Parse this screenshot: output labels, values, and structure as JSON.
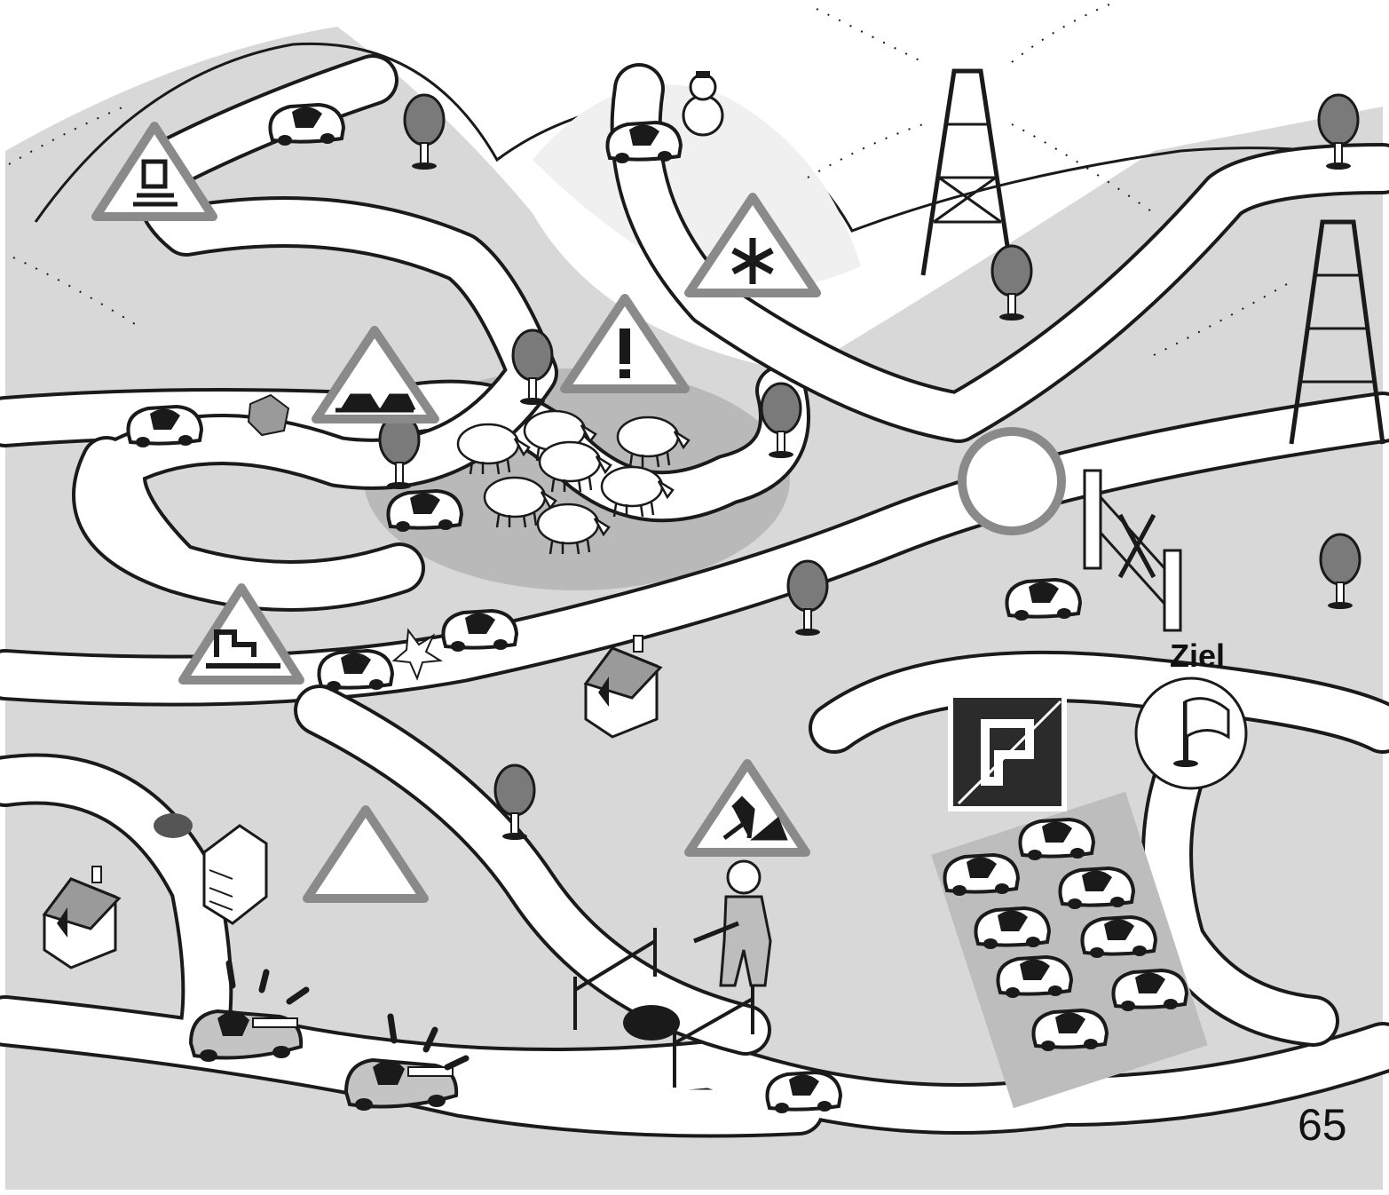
{
  "labels": {
    "goal": "Ziel",
    "page_number": "65"
  },
  "colors": {
    "background": "#ffffff",
    "land": "#d8d8d8",
    "road": "#ffffff",
    "outline": "#1a1a1a",
    "sign_border": "#8a8a8a",
    "tree": "#7a7a7a",
    "pasture": "#b9b9b9",
    "parking_sign": "#2b2b2b"
  },
  "map_features": [
    {
      "name": "warning-sign-slippery-road",
      "icon": "skidding-car-icon"
    },
    {
      "name": "warning-sign-snow-ice",
      "icon": "snowflake-icon"
    },
    {
      "name": "warning-sign-general-danger",
      "icon": "exclamation-icon"
    },
    {
      "name": "warning-sign-uneven-road",
      "icon": "bumps-icon"
    },
    {
      "name": "warning-sign-falling-rocks",
      "icon": "crumbling-road-icon"
    },
    {
      "name": "warning-sign-blank",
      "icon": "empty-triangle-icon"
    },
    {
      "name": "warning-sign-roadworks",
      "icon": "worker-icon"
    },
    {
      "name": "prohibition-sign-blank",
      "icon": "empty-circle-icon"
    },
    {
      "name": "parking-sign",
      "icon": "letter-p-icon"
    },
    {
      "name": "goal-flag",
      "icon": "flag-icon"
    },
    {
      "name": "sheep-herd",
      "icon": "sheep-icon"
    },
    {
      "name": "railroad-gate",
      "icon": "barrier-icon"
    },
    {
      "name": "fire-trucks",
      "icon": "fire-truck-icon"
    },
    {
      "name": "electricity-pylons",
      "icon": "pylon-icon"
    },
    {
      "name": "snowman",
      "icon": "snowman-icon"
    },
    {
      "name": "manhole-worker",
      "icon": "worker-icon"
    }
  ]
}
